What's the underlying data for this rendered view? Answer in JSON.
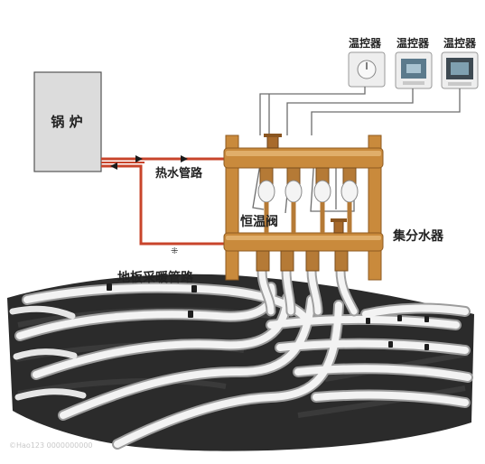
{
  "labels": {
    "boiler": "锅 炉",
    "hot_water_pipe": "热水管路",
    "thermostatic_valve": "恒温阀",
    "manifold": "集分水器",
    "floor_heating_pipe": "地板采暖管路",
    "thermostats": [
      "温控器",
      "温控器",
      "温控器"
    ]
  },
  "watermark": "©Hao123 0000000000",
  "colors": {
    "hot_pipe": "#c8442b",
    "manifold_bar": "#c98a3c",
    "manifold_bar_dark": "#8e5a1f",
    "valve_brass": "#b57a36",
    "floor_base": "#2a2a2a",
    "pipe_white": "#f2f2f2"
  }
}
